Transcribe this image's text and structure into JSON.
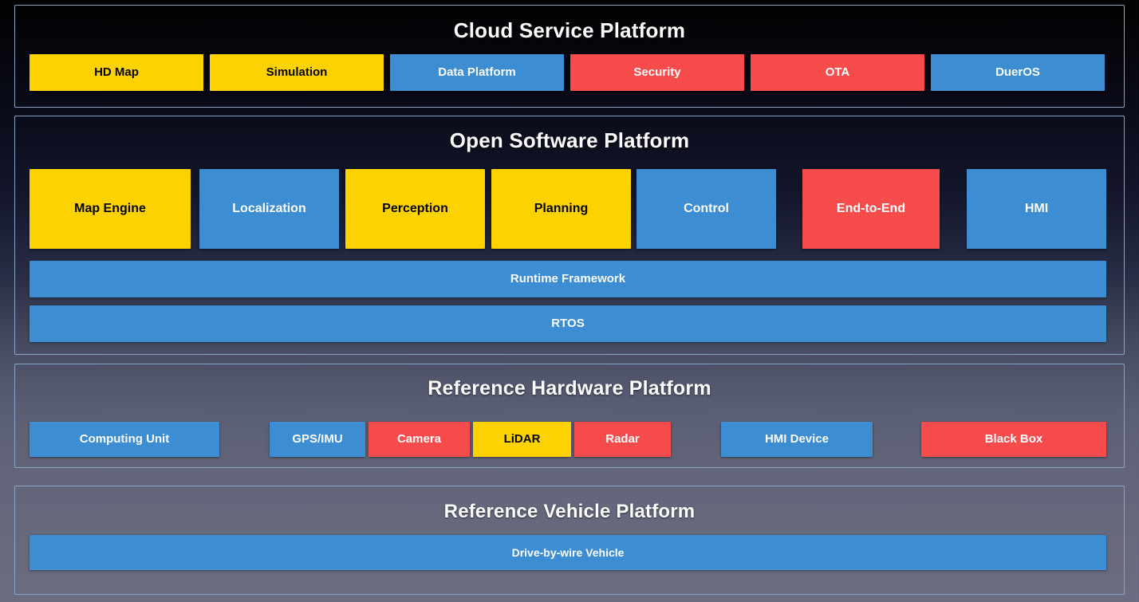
{
  "diagram": {
    "title_hidden": "Apollo Autonomous Driving Platform Architecture",
    "colors": {
      "blue": "#3b8ed4",
      "yellow": "#ffd400",
      "red": "#fa4b4b",
      "panel_border": "#8ba4c6",
      "text_light": "#ffffff",
      "text_dark": "#000000"
    },
    "layers": [
      {
        "id": "cloud-service-platform",
        "title": "Cloud Service Platform",
        "rows": [
          {
            "id": "cloud-services-row",
            "items": [
              {
                "label": "HD Map",
                "color": "yellow"
              },
              {
                "label": "Simulation",
                "color": "yellow"
              },
              {
                "label": "Data Platform",
                "color": "blue"
              },
              {
                "label": "Security",
                "color": "red"
              },
              {
                "label": "OTA",
                "color": "red"
              },
              {
                "label": "DuerOS",
                "color": "blue"
              }
            ]
          }
        ]
      },
      {
        "id": "open-software-platform",
        "title": "Open Software Platform",
        "rows": [
          {
            "id": "software-modules-row",
            "items": [
              {
                "label": "Map Engine",
                "color": "yellow"
              },
              {
                "label": "Localization",
                "color": "blue"
              },
              {
                "label": "Perception",
                "color": "yellow"
              },
              {
                "label": "Planning",
                "color": "yellow"
              },
              {
                "label": "Control",
                "color": "blue"
              },
              {
                "label": "End-to-End",
                "color": "red"
              },
              {
                "label": "HMI",
                "color": "blue"
              }
            ]
          },
          {
            "id": "runtime-row",
            "items": [
              {
                "label": "Runtime Framework",
                "color": "blue"
              }
            ]
          },
          {
            "id": "rtos-row",
            "items": [
              {
                "label": "RTOS",
                "color": "blue"
              }
            ]
          }
        ]
      },
      {
        "id": "reference-hardware-platform",
        "title": "Reference Hardware Platform",
        "rows": [
          {
            "id": "hardware-row",
            "items": [
              {
                "label": "Computing Unit",
                "color": "blue"
              },
              {
                "label": "GPS/IMU",
                "color": "blue"
              },
              {
                "label": "Camera",
                "color": "red"
              },
              {
                "label": "LiDAR",
                "color": "yellow"
              },
              {
                "label": "Radar",
                "color": "red"
              },
              {
                "label": "HMI Device",
                "color": "blue"
              },
              {
                "label": "Black Box",
                "color": "red"
              }
            ]
          }
        ]
      },
      {
        "id": "reference-vehicle-platform",
        "title": "Reference Vehicle Platform",
        "rows": [
          {
            "id": "vehicle-row",
            "items": [
              {
                "label": "Drive-by-wire Vehicle",
                "color": "blue"
              }
            ]
          }
        ]
      }
    ]
  }
}
